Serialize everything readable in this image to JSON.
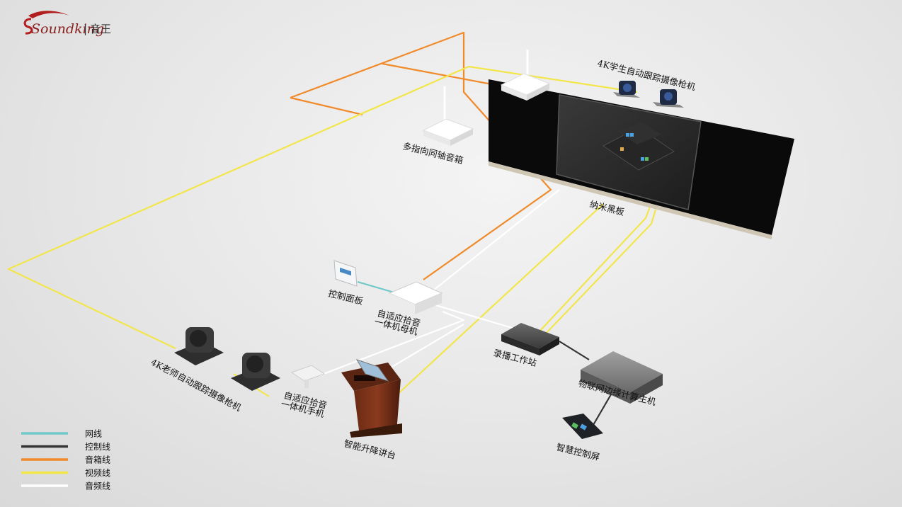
{
  "brand": {
    "logo_text": "Soundking",
    "separator": "|",
    "chinese_name": "音王"
  },
  "devices": {
    "student_camera": "4K学生自动跟踪摄像枪机",
    "speaker": "多指向同轴音箱",
    "blackboard": "纳米黑板",
    "control_panel": "控制面板",
    "mic_host": [
      "自适应拾音",
      "一体机母机"
    ],
    "teacher_camera": "4K老师自动跟踪摄像枪机",
    "mic_slave": [
      "自适应拾音",
      "一体机手机"
    ],
    "podium": "智能升降讲台",
    "recording": "录播工作站",
    "iot_host": "物联网边缘计算主机",
    "smart_screen": "智慧控制屏"
  },
  "legend": [
    {
      "label": "网线",
      "color": "#6fc9c9"
    },
    {
      "label": "控制线",
      "color": "#333333"
    },
    {
      "label": "音箱线",
      "color": "#f08a2a"
    },
    {
      "label": "视频线",
      "color": "#f2e64a"
    },
    {
      "label": "音频线",
      "color": "#ffffff"
    }
  ],
  "colors": {
    "network": "#6fc9c9",
    "control": "#333333",
    "speaker": "#f08a2a",
    "video": "#f2e64a",
    "audio": "#ffffff"
  }
}
